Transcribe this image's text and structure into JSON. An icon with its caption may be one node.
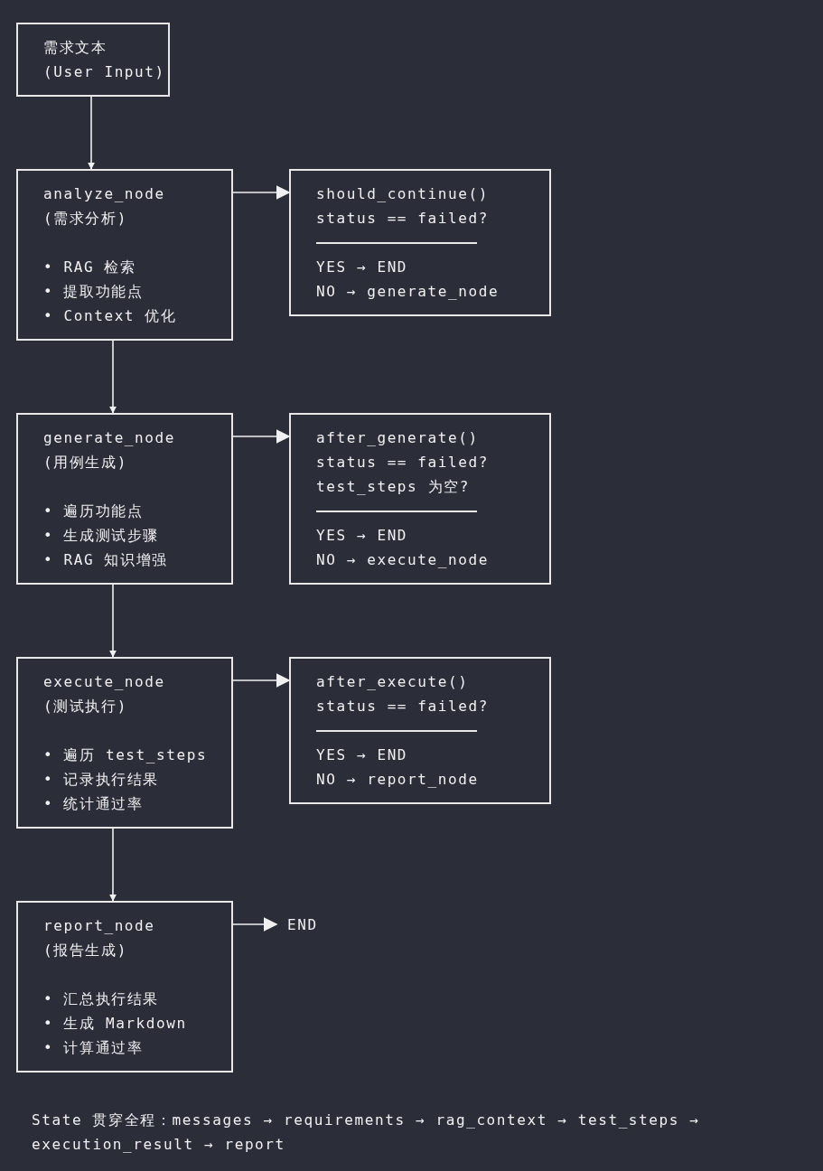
{
  "diagram": {
    "nodes": [
      {
        "text": [
          "需求文本",
          "(User Input)"
        ]
      },
      {
        "text": [
          "analyze_node",
          "(需求分析)",
          "• RAG 检索",
          "• 提取功能点",
          "• Context 优化"
        ]
      },
      {
        "text": [
          "should_continue()",
          "status == failed?",
          "YES → END",
          "NO → generate_node"
        ]
      },
      {
        "text": [
          "generate_node",
          "(用例生成)",
          "• 遍历功能点",
          "• 生成测试步骤",
          "• RAG 知识增强"
        ]
      },
      {
        "text": [
          "after_generate()",
          "status == failed?",
          "test_steps 为空?",
          "YES → END",
          "NO → execute_node"
        ]
      },
      {
        "text": [
          "execute_node",
          "(测试执行)",
          "• 遍历 test_steps",
          "• 记录执行结果",
          "• 统计通过率"
        ]
      },
      {
        "text": [
          "after_execute()",
          "status == failed?",
          "YES → END",
          "NO → report_node"
        ]
      },
      {
        "text": [
          "report_node",
          "(报告生成)",
          "• 汇总执行结果",
          "• 生成 Markdown",
          "• 计算通过率"
        ]
      },
      {
        "text": [
          "END"
        ]
      }
    ],
    "edges": [
      {
        "from": 0,
        "to": 1,
        "arrow": "to"
      },
      {
        "from": 1,
        "to": 2,
        "arrow": "to"
      },
      {
        "from": 1,
        "to": 3,
        "arrow": "to"
      },
      {
        "from": 3,
        "to": 4,
        "arrow": "to"
      },
      {
        "from": 3,
        "to": 5,
        "arrow": "to"
      },
      {
        "from": 5,
        "to": 6,
        "arrow": "to"
      },
      {
        "from": 5,
        "to": 7,
        "arrow": "to"
      },
      {
        "from": 7,
        "to": 8,
        "arrow": "to"
      }
    ],
    "labels": [
      "State 贯穿全程：messages → requirements → rag_context → test_steps → execution_result → report"
    ]
  }
}
